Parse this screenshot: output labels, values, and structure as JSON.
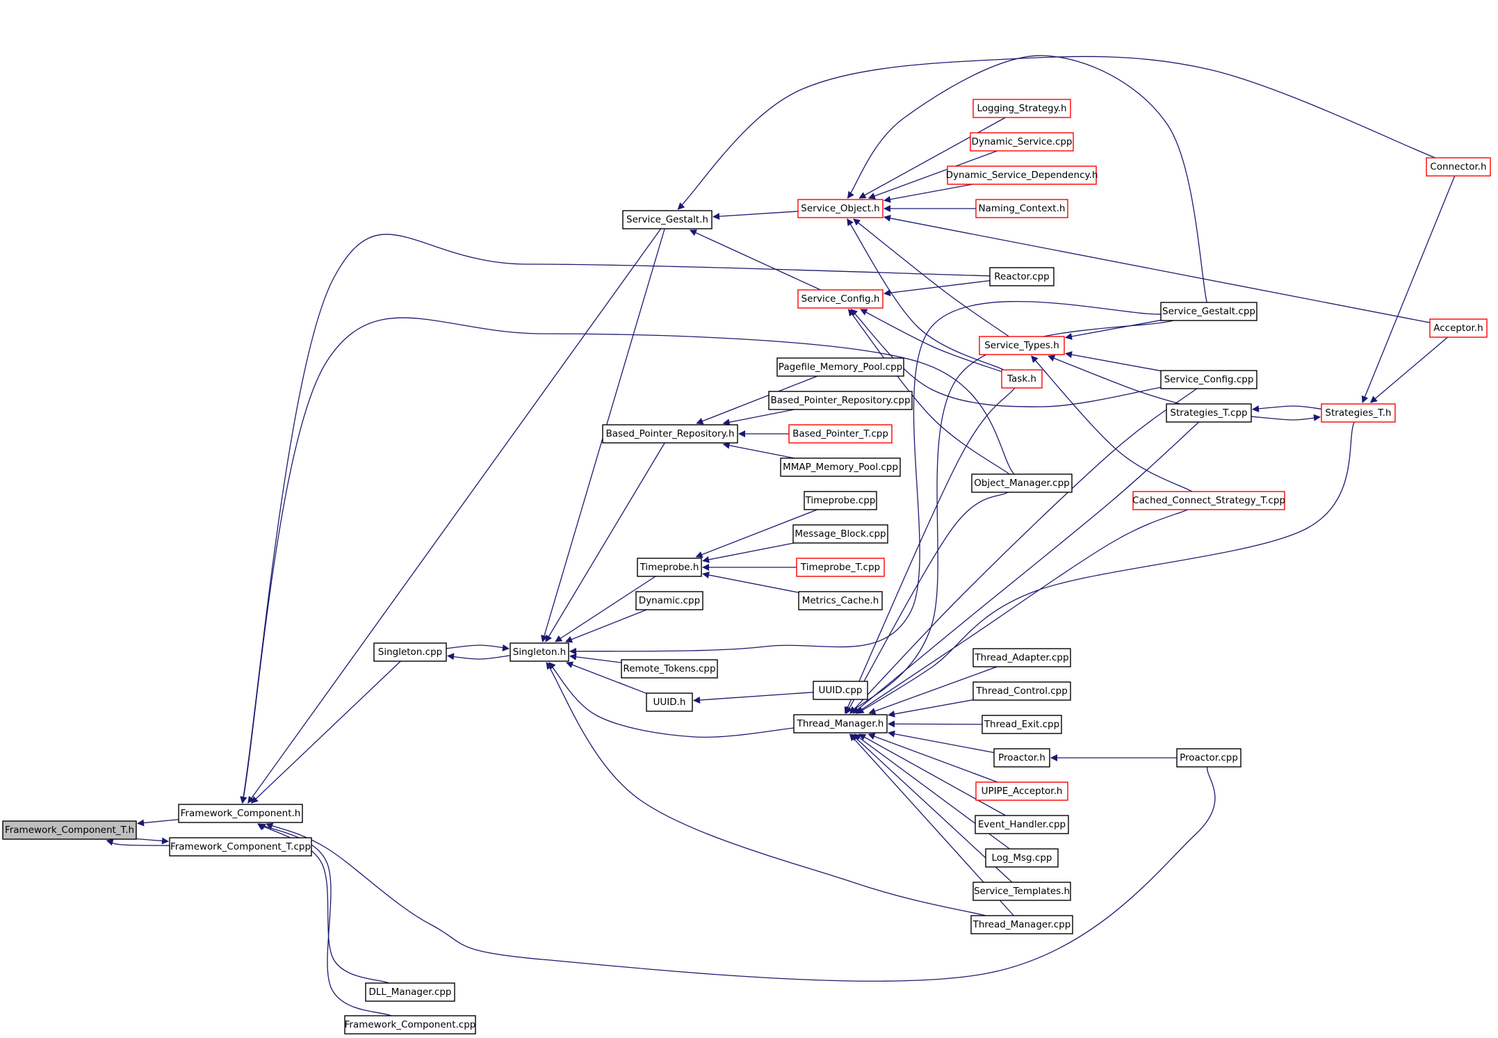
{
  "colors": {
    "edge": "#191970",
    "root_fill": "#bfbfbf",
    "box_fill": "#ffffff",
    "normal_border": "#000000",
    "truncated_border": "#ff0000"
  },
  "nodes": [
    {
      "id": "fct_h",
      "label": "Framework_Component_T.h",
      "style": "root"
    },
    {
      "id": "fc_h",
      "label": "Framework_Component.h",
      "style": "normal"
    },
    {
      "id": "fct_cpp",
      "label": "Framework_Component_T.cpp",
      "style": "normal"
    },
    {
      "id": "singleton_cpp",
      "label": "Singleton.cpp",
      "style": "normal"
    },
    {
      "id": "singleton_h",
      "label": "Singleton.h",
      "style": "normal"
    },
    {
      "id": "dll_manager",
      "label": "DLL_Manager.cpp",
      "style": "normal"
    },
    {
      "id": "fc_cpp",
      "label": "Framework_Component.cpp",
      "style": "normal"
    },
    {
      "id": "service_gestalt_h",
      "label": "Service_Gestalt.h",
      "style": "normal"
    },
    {
      "id": "service_object_h",
      "label": "Service_Object.h",
      "style": "truncated"
    },
    {
      "id": "service_config_h",
      "label": "Service_Config.h",
      "style": "truncated"
    },
    {
      "id": "bpr_h",
      "label": "Based_Pointer_Repository.h",
      "style": "normal"
    },
    {
      "id": "timeprobe_h",
      "label": "Timeprobe.h",
      "style": "normal"
    },
    {
      "id": "dynamic_cpp",
      "label": "Dynamic.cpp",
      "style": "normal"
    },
    {
      "id": "remote_tokens",
      "label": "Remote_Tokens.cpp",
      "style": "normal"
    },
    {
      "id": "uuid_h",
      "label": "UUID.h",
      "style": "normal"
    },
    {
      "id": "thread_manager_h",
      "label": "Thread_Manager.h",
      "style": "normal"
    },
    {
      "id": "logging_strategy",
      "label": "Logging_Strategy.h",
      "style": "truncated"
    },
    {
      "id": "dynamic_service",
      "label": "Dynamic_Service.cpp",
      "style": "truncated"
    },
    {
      "id": "dsd_h",
      "label": "Dynamic_Service_Dependency.h",
      "style": "truncated"
    },
    {
      "id": "naming_context",
      "label": "Naming_Context.h",
      "style": "truncated"
    },
    {
      "id": "reactor_cpp",
      "label": "Reactor.cpp",
      "style": "normal"
    },
    {
      "id": "service_types_h",
      "label": "Service_Types.h",
      "style": "truncated"
    },
    {
      "id": "task_h",
      "label": "Task.h",
      "style": "truncated"
    },
    {
      "id": "pmp_cpp",
      "label": "Pagefile_Memory_Pool.cpp",
      "style": "normal"
    },
    {
      "id": "bpr_cpp",
      "label": "Based_Pointer_Repository.cpp",
      "style": "normal"
    },
    {
      "id": "bpt_cpp",
      "label": "Based_Pointer_T.cpp",
      "style": "truncated"
    },
    {
      "id": "mmap_cpp",
      "label": "MMAP_Memory_Pool.cpp",
      "style": "normal"
    },
    {
      "id": "object_manager",
      "label": "Object_Manager.cpp",
      "style": "normal"
    },
    {
      "id": "timeprobe_cpp",
      "label": "Timeprobe.cpp",
      "style": "normal"
    },
    {
      "id": "message_block",
      "label": "Message_Block.cpp",
      "style": "normal"
    },
    {
      "id": "timeprobe_t",
      "label": "Timeprobe_T.cpp",
      "style": "truncated"
    },
    {
      "id": "metrics_cache",
      "label": "Metrics_Cache.h",
      "style": "normal"
    },
    {
      "id": "uuid_cpp",
      "label": "UUID.cpp",
      "style": "normal"
    },
    {
      "id": "thread_adapter",
      "label": "Thread_Adapter.cpp",
      "style": "normal"
    },
    {
      "id": "thread_control",
      "label": "Thread_Control.cpp",
      "style": "normal"
    },
    {
      "id": "thread_exit",
      "label": "Thread_Exit.cpp",
      "style": "normal"
    },
    {
      "id": "proactor_h",
      "label": "Proactor.h",
      "style": "normal"
    },
    {
      "id": "upipe_acceptor",
      "label": "UPIPE_Acceptor.h",
      "style": "truncated"
    },
    {
      "id": "event_handler",
      "label": "Event_Handler.cpp",
      "style": "normal"
    },
    {
      "id": "log_msg",
      "label": "Log_Msg.cpp",
      "style": "normal"
    },
    {
      "id": "service_templates",
      "label": "Service_Templates.h",
      "style": "normal"
    },
    {
      "id": "thread_manager_cpp",
      "label": "Thread_Manager.cpp",
      "style": "normal"
    },
    {
      "id": "service_gestalt_cpp",
      "label": "Service_Gestalt.cpp",
      "style": "normal"
    },
    {
      "id": "service_config_cpp",
      "label": "Service_Config.cpp",
      "style": "normal"
    },
    {
      "id": "strategies_t_cpp",
      "label": "Strategies_T.cpp",
      "style": "normal"
    },
    {
      "id": "ccs_t_cpp",
      "label": "Cached_Connect_Strategy_T.cpp",
      "style": "truncated"
    },
    {
      "id": "proactor_cpp",
      "label": "Proactor.cpp",
      "style": "normal"
    },
    {
      "id": "connector_h",
      "label": "Connector.h",
      "style": "truncated"
    },
    {
      "id": "acceptor_h",
      "label": "Acceptor.h",
      "style": "truncated"
    },
    {
      "id": "strategies_t_h",
      "label": "Strategies_T.h",
      "style": "truncated"
    }
  ],
  "edges": [
    {
      "from": "fc_h",
      "to": "fct_h"
    },
    {
      "from": "fct_cpp",
      "to": "fct_h"
    },
    {
      "from": "fct_h",
      "to": "fct_cpp"
    },
    {
      "from": "singleton_cpp",
      "to": "fc_h"
    },
    {
      "from": "dll_manager",
      "to": "fc_h"
    },
    {
      "from": "fc_cpp",
      "to": "fc_h"
    },
    {
      "from": "reactor_cpp",
      "to": "fc_h"
    },
    {
      "from": "object_manager",
      "to": "fc_h"
    },
    {
      "from": "service_gestalt_h",
      "to": "fc_h"
    },
    {
      "from": "proactor_cpp",
      "to": "fc_h"
    },
    {
      "from": "singleton_h",
      "to": "singleton_cpp"
    },
    {
      "from": "singleton_cpp",
      "to": "singleton_h"
    },
    {
      "from": "service_gestalt_h",
      "to": "singleton_h"
    },
    {
      "from": "bpr_h",
      "to": "singleton_h"
    },
    {
      "from": "timeprobe_h",
      "to": "singleton_h"
    },
    {
      "from": "dynamic_cpp",
      "to": "singleton_h"
    },
    {
      "from": "remote_tokens",
      "to": "singleton_h"
    },
    {
      "from": "uuid_h",
      "to": "singleton_h"
    },
    {
      "from": "thread_manager_h",
      "to": "singleton_h"
    },
    {
      "from": "thread_manager_cpp",
      "to": "singleton_h"
    },
    {
      "from": "service_gestalt_cpp",
      "to": "singleton_h"
    },
    {
      "from": "service_object_h",
      "to": "service_gestalt_h"
    },
    {
      "from": "service_config_h",
      "to": "service_gestalt_h"
    },
    {
      "from": "connector_h",
      "to": "service_gestalt_h"
    },
    {
      "from": "logging_strategy",
      "to": "service_object_h"
    },
    {
      "from": "dynamic_service",
      "to": "service_object_h"
    },
    {
      "from": "dsd_h",
      "to": "service_object_h"
    },
    {
      "from": "naming_context",
      "to": "service_object_h"
    },
    {
      "from": "acceptor_h",
      "to": "service_object_h"
    },
    {
      "from": "service_types_h",
      "to": "service_object_h"
    },
    {
      "from": "task_h",
      "to": "service_object_h"
    },
    {
      "from": "service_gestalt_cpp",
      "to": "service_object_h"
    },
    {
      "from": "reactor_cpp",
      "to": "service_config_h"
    },
    {
      "from": "task_h",
      "to": "service_config_h"
    },
    {
      "from": "object_manager",
      "to": "service_config_h"
    },
    {
      "from": "service_config_cpp",
      "to": "service_config_h"
    },
    {
      "from": "service_gestalt_cpp",
      "to": "service_types_h"
    },
    {
      "from": "service_config_cpp",
      "to": "service_types_h"
    },
    {
      "from": "strategies_t_cpp",
      "to": "service_types_h"
    },
    {
      "from": "ccs_t_cpp",
      "to": "service_types_h"
    },
    {
      "from": "pmp_cpp",
      "to": "bpr_h"
    },
    {
      "from": "bpr_cpp",
      "to": "bpr_h"
    },
    {
      "from": "bpt_cpp",
      "to": "bpr_h"
    },
    {
      "from": "mmap_cpp",
      "to": "bpr_h"
    },
    {
      "from": "timeprobe_cpp",
      "to": "timeprobe_h"
    },
    {
      "from": "message_block",
      "to": "timeprobe_h"
    },
    {
      "from": "timeprobe_t",
      "to": "timeprobe_h"
    },
    {
      "from": "metrics_cache",
      "to": "timeprobe_h"
    },
    {
      "from": "uuid_cpp",
      "to": "uuid_h"
    },
    {
      "from": "thread_adapter",
      "to": "thread_manager_h"
    },
    {
      "from": "thread_control",
      "to": "thread_manager_h"
    },
    {
      "from": "thread_exit",
      "to": "thread_manager_h"
    },
    {
      "from": "proactor_h",
      "to": "thread_manager_h"
    },
    {
      "from": "upipe_acceptor",
      "to": "thread_manager_h"
    },
    {
      "from": "event_handler",
      "to": "thread_manager_h"
    },
    {
      "from": "log_msg",
      "to": "thread_manager_h"
    },
    {
      "from": "service_templates",
      "to": "thread_manager_h"
    },
    {
      "from": "thread_manager_cpp",
      "to": "thread_manager_h"
    },
    {
      "from": "task_h",
      "to": "thread_manager_h"
    },
    {
      "from": "object_manager",
      "to": "thread_manager_h"
    },
    {
      "from": "service_gestalt_cpp",
      "to": "thread_manager_h"
    },
    {
      "from": "service_config_cpp",
      "to": "thread_manager_h"
    },
    {
      "from": "strategies_t_cpp",
      "to": "thread_manager_h"
    },
    {
      "from": "ccs_t_cpp",
      "to": "thread_manager_h"
    },
    {
      "from": "strategies_t_h",
      "to": "thread_manager_h"
    },
    {
      "from": "proactor_cpp",
      "to": "proactor_h"
    },
    {
      "from": "strategies_t_h",
      "to": "strategies_t_cpp"
    },
    {
      "from": "strategies_t_cpp",
      "to": "strategies_t_h"
    },
    {
      "from": "connector_h",
      "to": "strategies_t_h"
    },
    {
      "from": "acceptor_h",
      "to": "strategies_t_h"
    }
  ]
}
